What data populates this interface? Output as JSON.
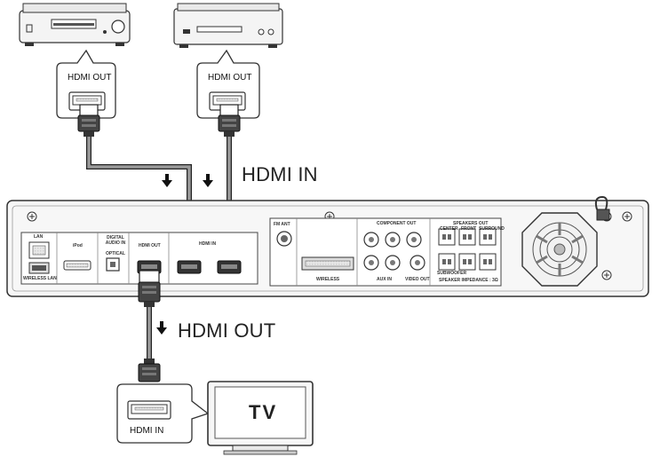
{
  "labels": {
    "hdmi_in_big": "HDMI IN",
    "hdmi_out_big": "HDMI OUT",
    "tv": "TV",
    "callout_left": "HDMI OUT",
    "callout_right": "HDMI OUT",
    "callout_tv": "HDMI IN"
  },
  "panel": {
    "lan": "LAN",
    "wireless_lan": "WIRELESS LAN",
    "ipod": "iPod",
    "digital_audio_in": "DIGITAL AUDIO IN",
    "optical": "OPTICAL",
    "hdmi_out": "HDMI OUT",
    "hdmi_in": "HDMI IN",
    "fm_ant": "FM ANT",
    "wireless": "WIRELESS",
    "component_out": "COMPONENT OUT",
    "aux_in": "AUX IN",
    "video_out": "VIDEO OUT",
    "speakers_out": "SPEAKERS OUT",
    "center": "CENTER",
    "front": "FRONT",
    "surround": "SURROUND",
    "subwoofer": "SUBWOOFER",
    "speaker_impedance": "SPEAKER IMPEDANCE : 3Ω"
  }
}
